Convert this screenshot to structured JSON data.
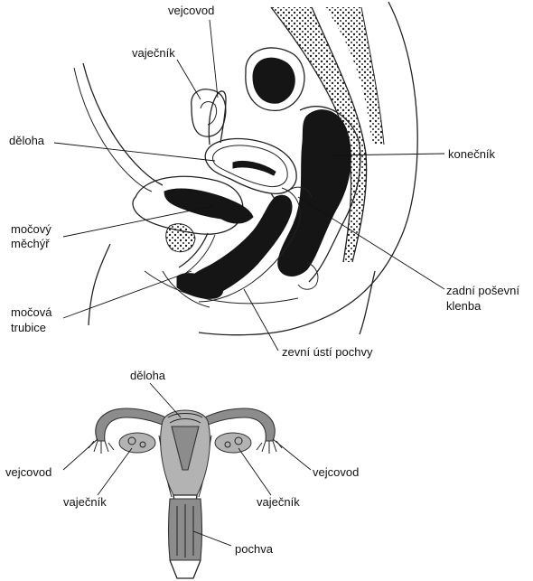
{
  "sagittal": {
    "labels": {
      "vejcovod": "vejcovod",
      "vajecnik": "vaječník",
      "deloha": "děloha",
      "mocovy_mechyr_line1": "močový",
      "mocovy_mechyr_line2": "měchýř",
      "mocova_trubice_line1": "močová",
      "mocova_trubice_line2": "trubice",
      "konecnik": "konečník",
      "zadni_klenba_line1": "zadní poševní",
      "zadni_klenba_line2": "klenba",
      "zevni_usti": "zevní ústí pochvy"
    }
  },
  "frontal": {
    "labels": {
      "deloha": "děloha",
      "vejcovod_left": "vejcovod",
      "vejcovod_right": "vejcovod",
      "vajecnik_left": "vaječník",
      "vajecnik_right": "vaječník",
      "pochva": "pochva"
    }
  },
  "colors": {
    "ink": "#111111",
    "dark_fill": "#151515",
    "gray_fill": "#8c8c8c"
  }
}
